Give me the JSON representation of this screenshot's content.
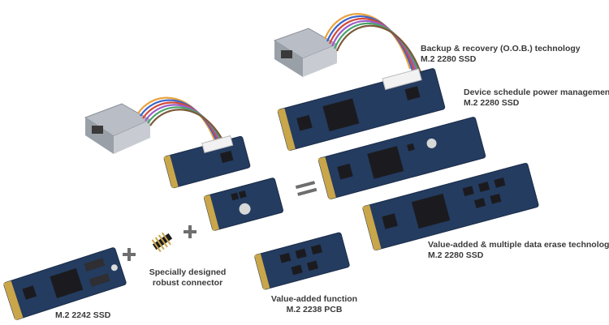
{
  "captions": {
    "oob": {
      "line1": "Backup & recovery (O.O.B.) technology",
      "line2": "M.2 2280 SSD"
    },
    "power": {
      "line1": "Device schedule power management",
      "line2": "M.2 2280 SSD"
    },
    "erase": {
      "line1": "Value-added & multiple data erase technology",
      "line2": "M.2 2280 SSD"
    },
    "connector": {
      "line1": "Specially designed",
      "line2": "robust connector"
    },
    "function": {
      "line1": "Value-added function",
      "line2": "M.2 2238 PCB"
    },
    "base_ssd": {
      "line1": "M.2 2242 SSD"
    }
  },
  "colors": {
    "pcb": "#243c60",
    "pcb_edge": "#1a2c48",
    "gold": "#c9a64a",
    "chip": "#1b1b1f",
    "rj45": "#c8ccd2",
    "operator": "#6e6e6e"
  }
}
